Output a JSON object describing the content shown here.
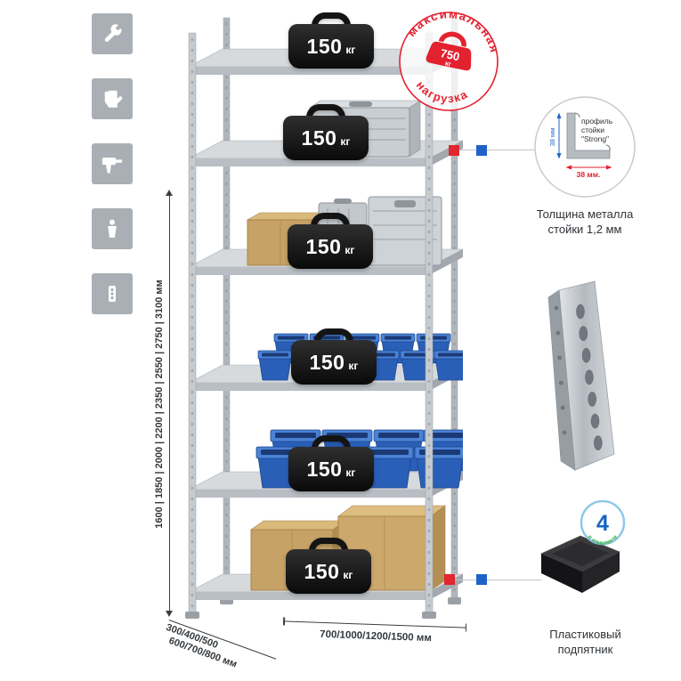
{
  "rack": {
    "shelf_load_value": "150",
    "shelf_load_unit": "кг",
    "shelf_count": 6
  },
  "stamp": {
    "arc_top": "максимальная",
    "arc_bottom": "нагрузка",
    "weight_value": "750",
    "weight_unit": "кг",
    "color": "#e32230"
  },
  "dimensions": {
    "height_label": "1600 | 1850 | 2000 | 2200 | 2350 | 2550 | 2750 | 3100 мм",
    "depth_label_line1": "300/400/500",
    "depth_label_line2": "600/700/800 мм",
    "width_label": "700/1000/1200/1500 мм"
  },
  "icons_panel": [
    {
      "name": "wrench"
    },
    {
      "name": "gloves"
    },
    {
      "name": "drill"
    },
    {
      "name": "person"
    },
    {
      "name": "level-tool"
    }
  ],
  "profile_callout": {
    "label_line1": "профиль",
    "label_line2": "стойки",
    "label_line3": "\"Strong\"",
    "dim_vertical": "38 мм",
    "dim_horizontal": "38 мм.",
    "caption_line1": "Толщина металла",
    "caption_line2": "стойки 1,2 мм"
  },
  "foot_callout": {
    "badge_value": "4",
    "badge_arc": "в комплекте",
    "caption_line1": "Пластиковый",
    "caption_line2": "подпятник"
  },
  "colors": {
    "accent_red": "#e32230",
    "accent_blue": "#1f63c8",
    "metal": "#c3c8cd",
    "bins_blue": "#2a5fb8",
    "cardboard": "#c7a266"
  }
}
